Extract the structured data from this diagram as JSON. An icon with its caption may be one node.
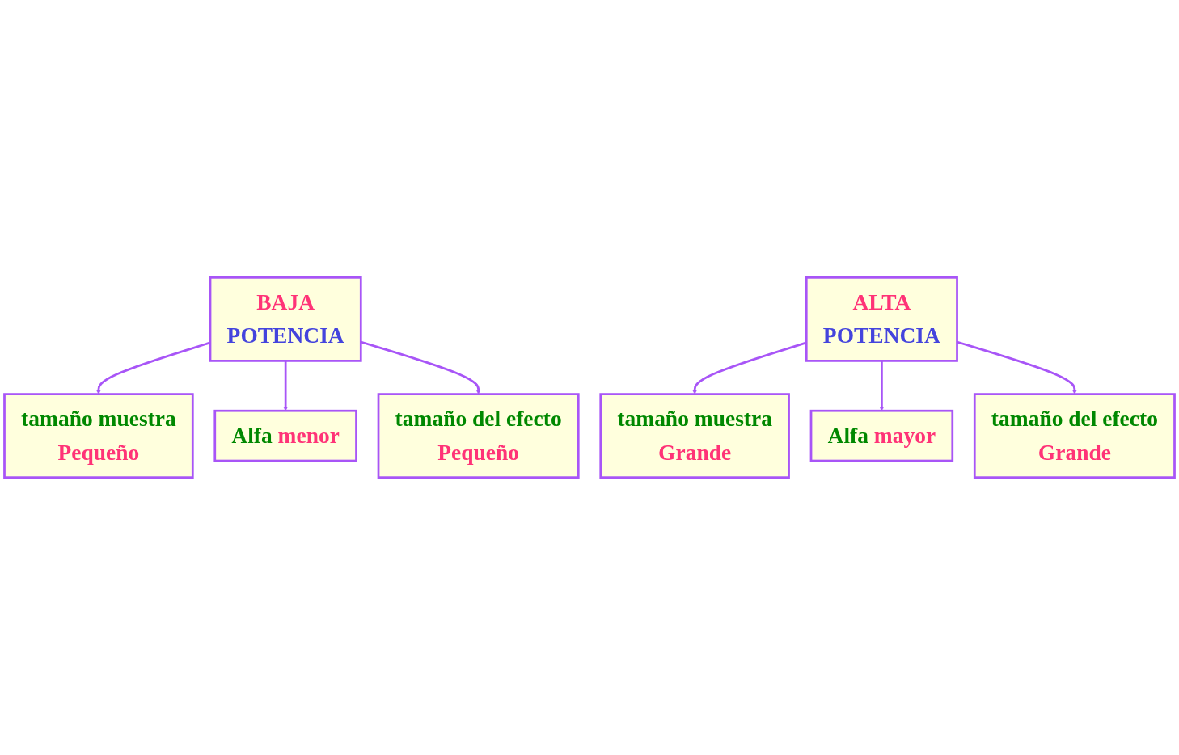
{
  "diagram": {
    "nodes": [
      {
        "text": [
          "BAJA",
          "POTENCIA"
        ]
      },
      {
        "text": [
          "tamaño muestra",
          "Pequeño"
        ]
      },
      {
        "text": [
          "Alfa",
          "menor"
        ]
      },
      {
        "text": [
          "tamaño del efecto",
          "Pequeño"
        ]
      },
      {
        "text": [
          "ALTA",
          "POTENCIA"
        ]
      },
      {
        "text": [
          "tamaño muestra",
          "Grande"
        ]
      },
      {
        "text": [
          "Alfa",
          "mayor"
        ]
      },
      {
        "text": [
          "tamaño del efecto",
          "Grande"
        ]
      }
    ],
    "edges": [
      {
        "from": 0,
        "to": 1,
        "arrow": "to"
      },
      {
        "from": 0,
        "to": 2,
        "arrow": "to"
      },
      {
        "from": 0,
        "to": 3,
        "arrow": "to"
      },
      {
        "from": 4,
        "to": 5,
        "arrow": "to"
      },
      {
        "from": 4,
        "to": 6,
        "arrow": "to"
      },
      {
        "from": 4,
        "to": 7,
        "arrow": "to"
      }
    ]
  }
}
